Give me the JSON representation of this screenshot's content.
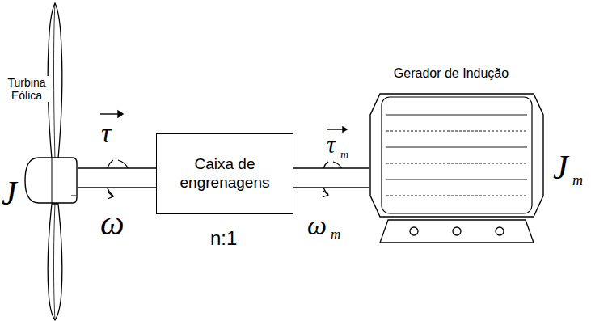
{
  "diagram": {
    "nodes": [
      {
        "text": [
          "Turbina Eólica"
        ]
      },
      {
        "text": [
          "Caixa de engrenagens"
        ]
      },
      {
        "text": [
          "Gerador de Indução"
        ]
      }
    ],
    "edges": [
      {
        "from": 0,
        "to": 1,
        "arrow": "none"
      },
      {
        "from": 1,
        "to": 2,
        "arrow": "none"
      }
    ],
    "labels": [
      "J",
      "τ",
      "ω",
      "n:1",
      "τ",
      "m",
      "ω",
      "m",
      "J",
      "m"
    ]
  }
}
